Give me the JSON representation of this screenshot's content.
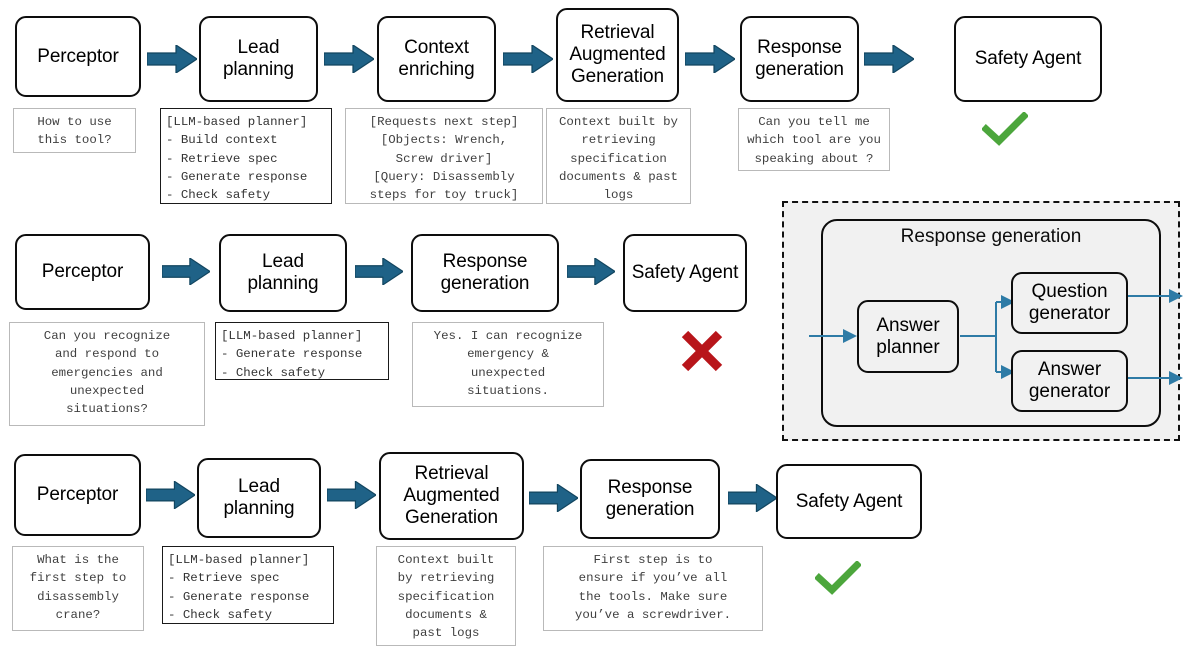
{
  "diagram": {
    "title": "Agentic pipeline examples",
    "colors": {
      "arrow_fill": "#1F6287",
      "arrow_stroke": "#12455f",
      "check_green": "#4CA63C",
      "cross_red": "#B8151A",
      "thin_arrow": "#2e7ba6",
      "inset_bg": "#f1f1f1",
      "node_border": "#0d0d0d",
      "caption_border": "#b9b9b9"
    }
  },
  "rows": [
    {
      "id": "row-1",
      "nodes": [
        {
          "label": "Perceptor"
        },
        {
          "label": "Lead\nplanning"
        },
        {
          "label": "Context\nenriching"
        },
        {
          "label": "Retrieval\nAugmented\nGeneration"
        },
        {
          "label": "Response\ngeneration"
        },
        {
          "label": "Safety Agent"
        }
      ],
      "captions": [
        {
          "text": "How to use\nthis tool?",
          "style": "gray"
        },
        {
          "text": "[LLM-based planner]\n- Build context\n- Retrieve spec\n- Generate response\n- Check safety",
          "style": "dark"
        },
        {
          "text": "[Requests next step]\n[Objects: Wrench,\nScrew driver]\n[Query: Disassembly\nsteps for toy truck]",
          "style": "gray"
        },
        {
          "text": "Context built by\nretrieving\nspecification\ndocuments & past\nlogs",
          "style": "gray"
        },
        {
          "text": "Can you tell me\nwhich tool are you\nspeaking about ?",
          "style": "gray"
        }
      ],
      "verdict": "check"
    },
    {
      "id": "row-2",
      "nodes": [
        {
          "label": "Perceptor"
        },
        {
          "label": "Lead\nplanning"
        },
        {
          "label": "Response\ngeneration"
        },
        {
          "label": "Safety Agent"
        }
      ],
      "captions": [
        {
          "text": "Can you recognize\nand respond to\nemergencies and\nunexpected\nsituations?",
          "style": "gray"
        },
        {
          "text": "[LLM-based planner]\n- Generate response\n- Check safety",
          "style": "dark"
        },
        {
          "text": "Yes. I can recognize\nemergency &\nunexpected\nsituations.",
          "style": "gray"
        }
      ],
      "verdict": "cross"
    },
    {
      "id": "row-3",
      "nodes": [
        {
          "label": "Perceptor"
        },
        {
          "label": "Lead\nplanning"
        },
        {
          "label": "Retrieval\nAugmented\nGeneration"
        },
        {
          "label": "Response\ngeneration"
        },
        {
          "label": "Safety Agent"
        }
      ],
      "captions": [
        {
          "text": "What is the\nfirst step to\ndisassembly\ncrane?",
          "style": "gray"
        },
        {
          "text": "[LLM-based planner]\n- Retrieve spec\n- Generate response\n- Check safety",
          "style": "dark"
        },
        {
          "text": "Context built\nby retrieving\nspecification\ndocuments &\npast logs",
          "style": "gray"
        },
        {
          "text": "First step is to\nensure if you’ve all\nthe tools. Make sure\nyou’ve a screwdriver.",
          "style": "gray"
        }
      ],
      "verdict": "check"
    }
  ],
  "inset": {
    "title": "Response generation",
    "nodes": [
      {
        "label": "Answer\nplanner"
      },
      {
        "label": "Question\ngenerator"
      },
      {
        "label": "Answer\ngenerator"
      }
    ]
  }
}
